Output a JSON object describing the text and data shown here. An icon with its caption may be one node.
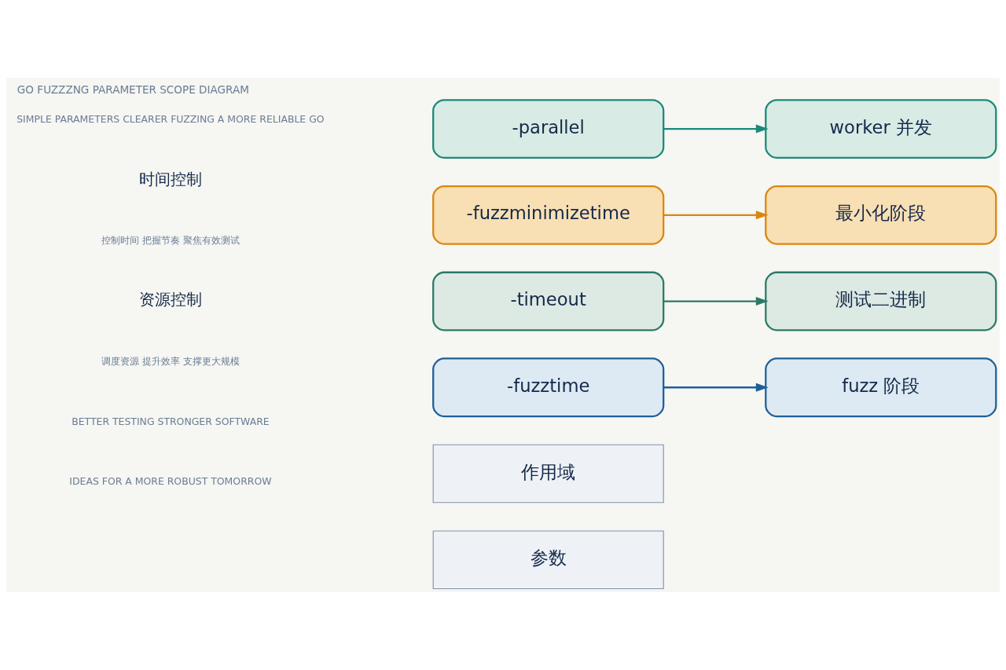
{
  "diagram": {
    "title": "GO FUZZZNG PARAMETER SCOPE DIAGRAM",
    "nodes": [
      {
        "text": [
          "参数"
        ]
      },
      {
        "text": [
          "作用域"
        ]
      },
      {
        "text": [
          "-fuzztime"
        ]
      },
      {
        "text": [
          "-timeout"
        ]
      },
      {
        "text": [
          "-fuzzminimizetime"
        ]
      },
      {
        "text": [
          "-parallel"
        ]
      },
      {
        "text": [
          "fuzz 阶段"
        ]
      },
      {
        "text": [
          "测试二进制"
        ]
      },
      {
        "text": [
          "最小化阶段"
        ]
      },
      {
        "text": [
          "worker 并发"
        ]
      }
    ],
    "edges": [
      {
        "from": 2,
        "to": 6,
        "arrow": "to",
        "color": "#1f5f99"
      },
      {
        "from": 3,
        "to": 7,
        "arrow": "to",
        "color": "#2a7a66"
      },
      {
        "from": 4,
        "to": 8,
        "arrow": "to",
        "color": "#d9870f"
      },
      {
        "from": 5,
        "to": 9,
        "arrow": "to",
        "color": "#1a8a78"
      }
    ],
    "labels": [
      "SIMPLE PARAMETERS CLEARER FUZZING A MORE RELIABLE GO",
      "时间控制",
      "控制时间 把握节奏 聚焦有效测试",
      "资源控制",
      "调度资源 提升效率 支撑更大规模",
      "BETTER TESTING STRONGER SOFTWARE",
      "IDEAS FOR A MORE ROBUST TOMORROW"
    ]
  }
}
